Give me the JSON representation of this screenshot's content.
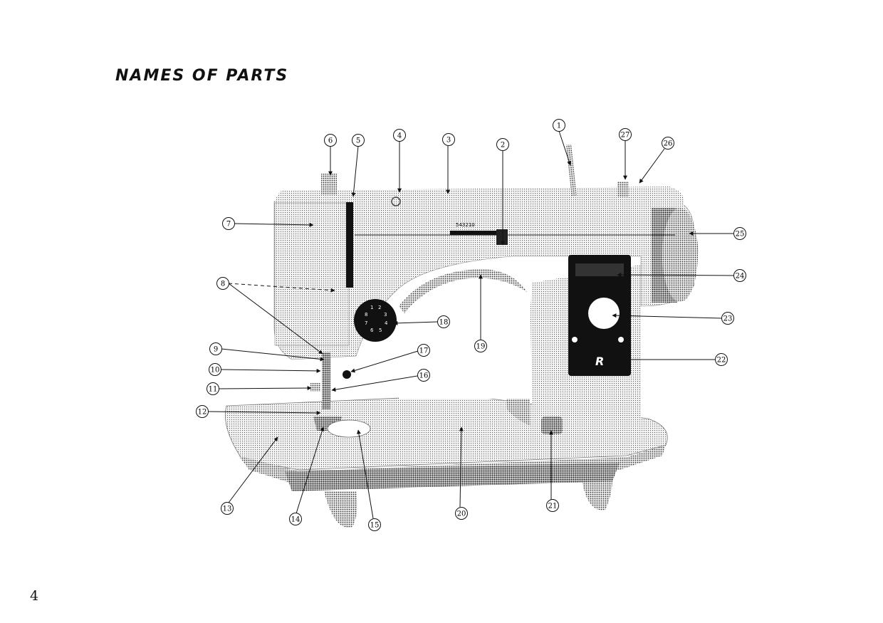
{
  "page": {
    "title": "NAMES OF PARTS",
    "page_number": "4"
  },
  "figure": {
    "stitch_length_scale": "543210",
    "pattern_dial_numbers": [
      "1",
      "2",
      "3",
      "4",
      "5",
      "6",
      "7",
      "8"
    ],
    "brand_mark": "R",
    "callouts": [
      "1",
      "2",
      "3",
      "4",
      "5",
      "6",
      "7",
      "8",
      "9",
      "10",
      "11",
      "12",
      "13",
      "14",
      "15",
      "16",
      "17",
      "18",
      "19",
      "20",
      "21",
      "22",
      "23",
      "24",
      "25",
      "26",
      "27"
    ]
  }
}
